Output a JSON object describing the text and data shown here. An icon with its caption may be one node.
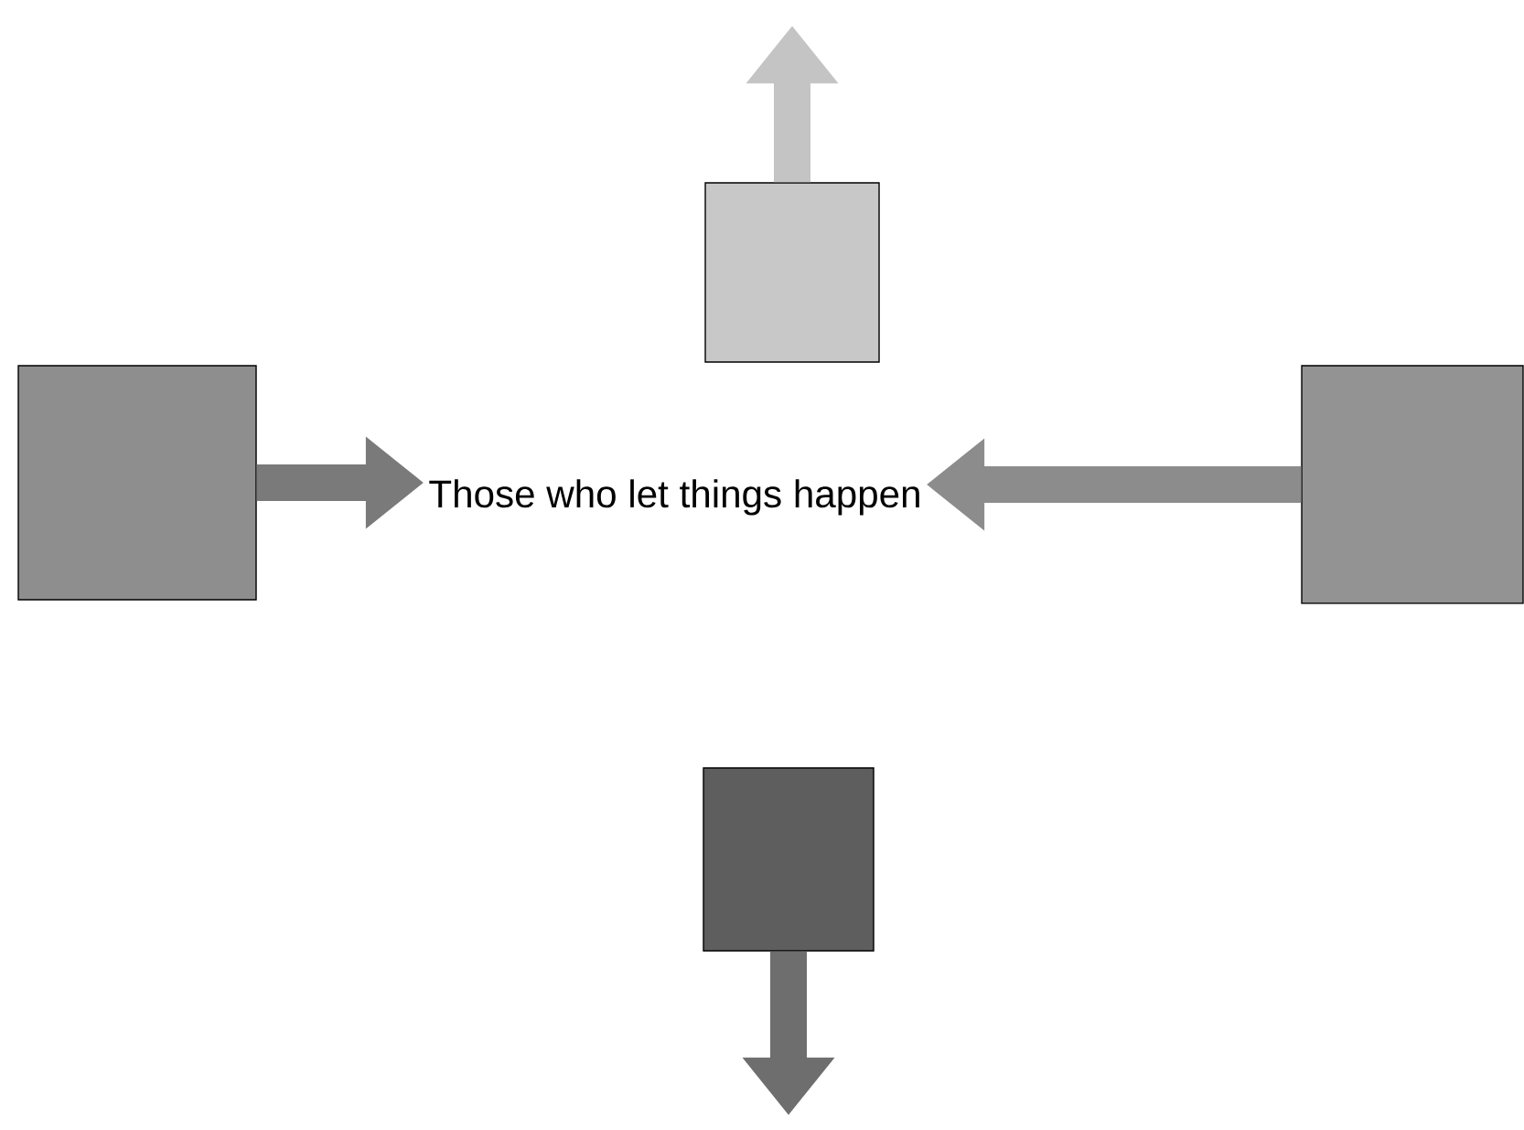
{
  "diagram": {
    "nodes": [
      {
        "text": [],
        "shape": "box"
      },
      {
        "text": [],
        "shape": "box"
      },
      {
        "text": [
          "Those who let things happen"
        ]
      },
      {
        "text": [],
        "shape": "box"
      },
      {
        "text": [],
        "shape": "box"
      }
    ],
    "edges": [
      {
        "from": 0,
        "to": null,
        "arrow": "to",
        "color": "#c4c4c4"
      },
      {
        "from": 1,
        "to": 2,
        "arrow": "to",
        "color": "#7a7a7a"
      },
      {
        "from": 3,
        "to": 2,
        "arrow": "to",
        "color": "#8c8c8c"
      },
      {
        "from": 4,
        "to": null,
        "arrow": "to",
        "color": "#6e6e6e"
      }
    ]
  }
}
